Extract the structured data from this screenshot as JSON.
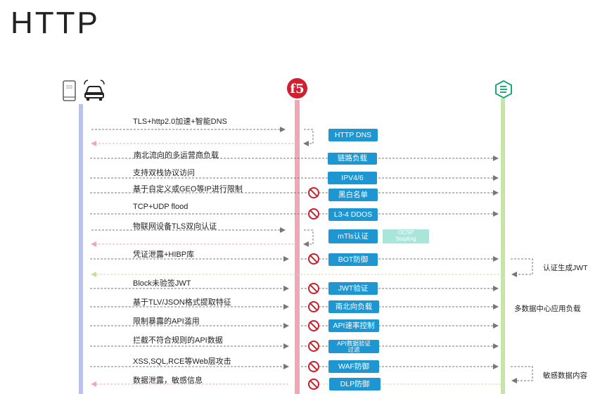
{
  "title": "HTTP",
  "actors": {
    "client": "phone-and-car",
    "proxy": "f5",
    "proxy_logo_text": "f5",
    "server": "server"
  },
  "rows": [
    {
      "label": "TLS+http2.0加速+智能DNS",
      "box": "HTTP DNS",
      "blocked": false
    },
    {
      "label": "南北流向的多运营商负载",
      "box": "链路负载",
      "blocked": false
    },
    {
      "label": "支持双栈协议访问",
      "box": "IPV4/6",
      "blocked": false
    },
    {
      "label": "基于自定义或GEO等IP进行限制",
      "box": "黑白名单",
      "blocked": true
    },
    {
      "label": "TCP+UDP flood",
      "box": "L3-4 DDOS",
      "blocked": true
    },
    {
      "label": "物联网设备TLS双向认证",
      "box": "mTls认证",
      "blocked": false
    },
    {
      "label": "凭证泄露+HIBP库",
      "box": "BOT防御",
      "blocked": true
    },
    {
      "label": "Block未验签JWT",
      "box": "JWT验证",
      "blocked": true
    },
    {
      "label": "基于TLV/JSON格式提取特征",
      "box": "南北向负载",
      "blocked": true
    },
    {
      "label": "限制暴露的API滥用",
      "box": "API速率控制",
      "blocked": true
    },
    {
      "label": "拦截不符合规则的API数据",
      "box": "API数据验证",
      "box2": "过滤",
      "blocked": true
    },
    {
      "label": "XSS,SQL,RCE等Web层攻击",
      "box": "WAF防御",
      "blocked": true
    },
    {
      "label": "数据泄露，敏感信息",
      "box": "DLP防御",
      "blocked": true
    }
  ],
  "ocsp": {
    "line1": "OCSP",
    "line2": "Stapling"
  },
  "server_notes": {
    "jwt": "认证生成JWT",
    "multi_dc": "多数据中心应用负载",
    "sensitive": "敏感数据内容"
  }
}
